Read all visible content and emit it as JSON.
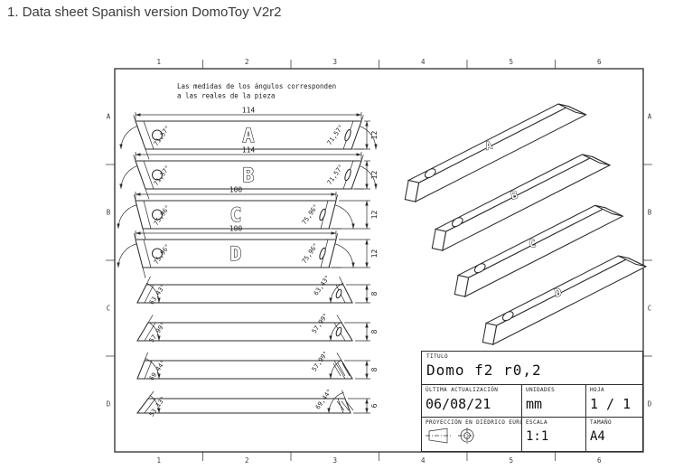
{
  "page": {
    "heading": "1. Data sheet Spanish version DomoToy V2r2"
  },
  "sheet": {
    "note_line1": "Las medidas de los ángulos corresponden",
    "note_line2": "a las reales de la pieza",
    "grid": {
      "columns": [
        "1",
        "2",
        "3",
        "4",
        "5",
        "6"
      ],
      "rows": [
        "A",
        "B",
        "C",
        "D"
      ]
    },
    "front_bars": [
      {
        "letter": "A",
        "length_dim": "114",
        "height_dim": "12",
        "angle_left": "71,57°",
        "angle_right": "71,57°"
      },
      {
        "letter": "B",
        "length_dim": "114",
        "height_dim": "12",
        "angle_left": "71,57°",
        "angle_right": "71,57°"
      },
      {
        "letter": "C",
        "length_dim": "100",
        "height_dim": "12",
        "angle_left": "75,96°",
        "angle_right": "75,96°"
      },
      {
        "letter": "D",
        "length_dim": "100",
        "height_dim": "12",
        "angle_left": "75,96°",
        "angle_right": "75,96°"
      },
      {
        "letter": null,
        "length_dim": null,
        "height_dim": "8",
        "angle_left": "63,43°",
        "angle_right": "63,43°"
      },
      {
        "letter": null,
        "length_dim": null,
        "height_dim": "8",
        "angle_left": "57,99°",
        "angle_right": "57,99°"
      },
      {
        "letter": null,
        "length_dim": null,
        "height_dim": "8",
        "angle_left": "69,44°",
        "angle_right": "57,99°"
      },
      {
        "letter": null,
        "length_dim": null,
        "height_dim": "6",
        "angle_left": "53,13°",
        "angle_right": "69,44°"
      }
    ],
    "iso_bars": [
      {
        "letter": "A"
      },
      {
        "letter": "B"
      },
      {
        "letter": "C"
      },
      {
        "letter": "D"
      }
    ],
    "title_block": {
      "titulo_label": "TÍTULO",
      "titulo": "Domo f2 r0,2",
      "actualizacion_label": "ÚLTIMA ACTUALIZACIÓN",
      "actualizacion": "06/08/21",
      "unidades_label": "UNIDADES",
      "unidades": "mm",
      "hoja_label": "HOJA",
      "hoja": "1 / 1",
      "proyeccion_label": "PROYECCIÓN EN DIÉDRICO EUROPEO",
      "escala_label": "ESCALA",
      "escala": "1:1",
      "tamano_label": "TAMAÑO",
      "tamano": "A4"
    },
    "ink_color": "#2b2b2b"
  }
}
